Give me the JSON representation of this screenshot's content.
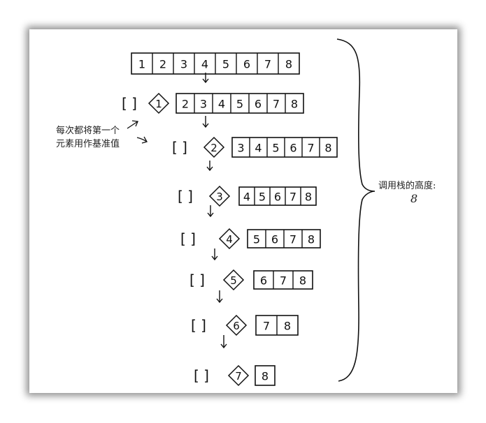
{
  "rows": [
    {
      "bracket": "",
      "pivot": "",
      "values": [
        "1",
        "2",
        "3",
        "4",
        "5",
        "6",
        "7",
        "8"
      ]
    },
    {
      "bracket": "[ ]",
      "pivot": "1",
      "values": [
        "2",
        "3",
        "4",
        "5",
        "6",
        "7",
        "8"
      ]
    },
    {
      "bracket": "[ ]",
      "pivot": "2",
      "values": [
        "3",
        "4",
        "5",
        "6",
        "7",
        "8"
      ]
    },
    {
      "bracket": "[ ]",
      "pivot": "3",
      "values": [
        "4",
        "5",
        "6",
        "7",
        "8"
      ]
    },
    {
      "bracket": "[ ]",
      "pivot": "4",
      "values": [
        "5",
        "6",
        "7",
        "8"
      ]
    },
    {
      "bracket": "[ ]",
      "pivot": "5",
      "values": [
        "6",
        "7",
        "8"
      ]
    },
    {
      "bracket": "[ ]",
      "pivot": "6",
      "values": [
        "7",
        "8"
      ]
    },
    {
      "bracket": "[ ]",
      "pivot": "7",
      "values": [
        "8"
      ]
    }
  ],
  "annotation_left": {
    "line1": "每次都将第一个",
    "line2": "元素用作基准值"
  },
  "annotation_right": {
    "label": "调用栈的高度:",
    "value": "8"
  },
  "colors": {
    "ink": "#111111",
    "paper": "#ffffff"
  }
}
